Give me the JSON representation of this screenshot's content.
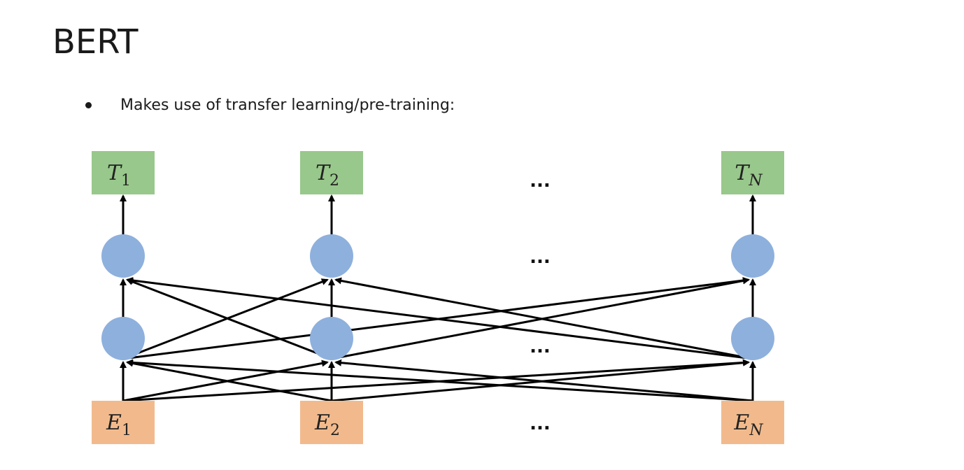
{
  "slide": {
    "title": "BERT",
    "bullet": "Makes use of transfer learning/pre-training:"
  },
  "diagram": {
    "colors": {
      "output_box": "#98c88b",
      "input_box": "#f2ba8c",
      "node": "#8eb0dd",
      "arrow": "#000000"
    },
    "outputs": [
      {
        "base": "T",
        "sub": "1"
      },
      {
        "base": "T",
        "sub": "2"
      },
      {
        "base": "T",
        "sub": "N"
      }
    ],
    "inputs": [
      {
        "base": "E",
        "sub": "1"
      },
      {
        "base": "E",
        "sub": "2"
      },
      {
        "base": "E",
        "sub": "N"
      }
    ],
    "ellipsis": "...",
    "layers": 2
  }
}
